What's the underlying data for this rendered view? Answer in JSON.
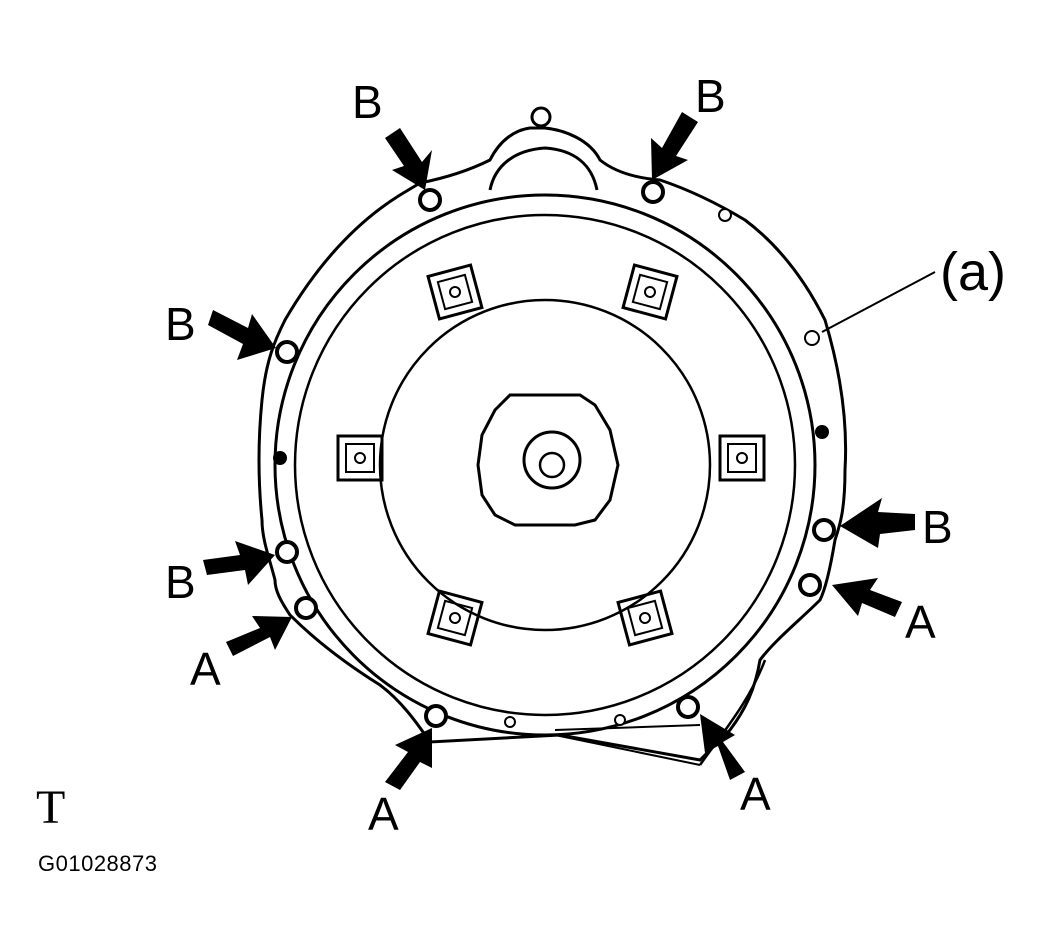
{
  "labels": {
    "bolt_a": "A",
    "bolt_b": "B",
    "part_a": "(a)"
  },
  "doc_mark": "T",
  "figure_id": "G01028873"
}
